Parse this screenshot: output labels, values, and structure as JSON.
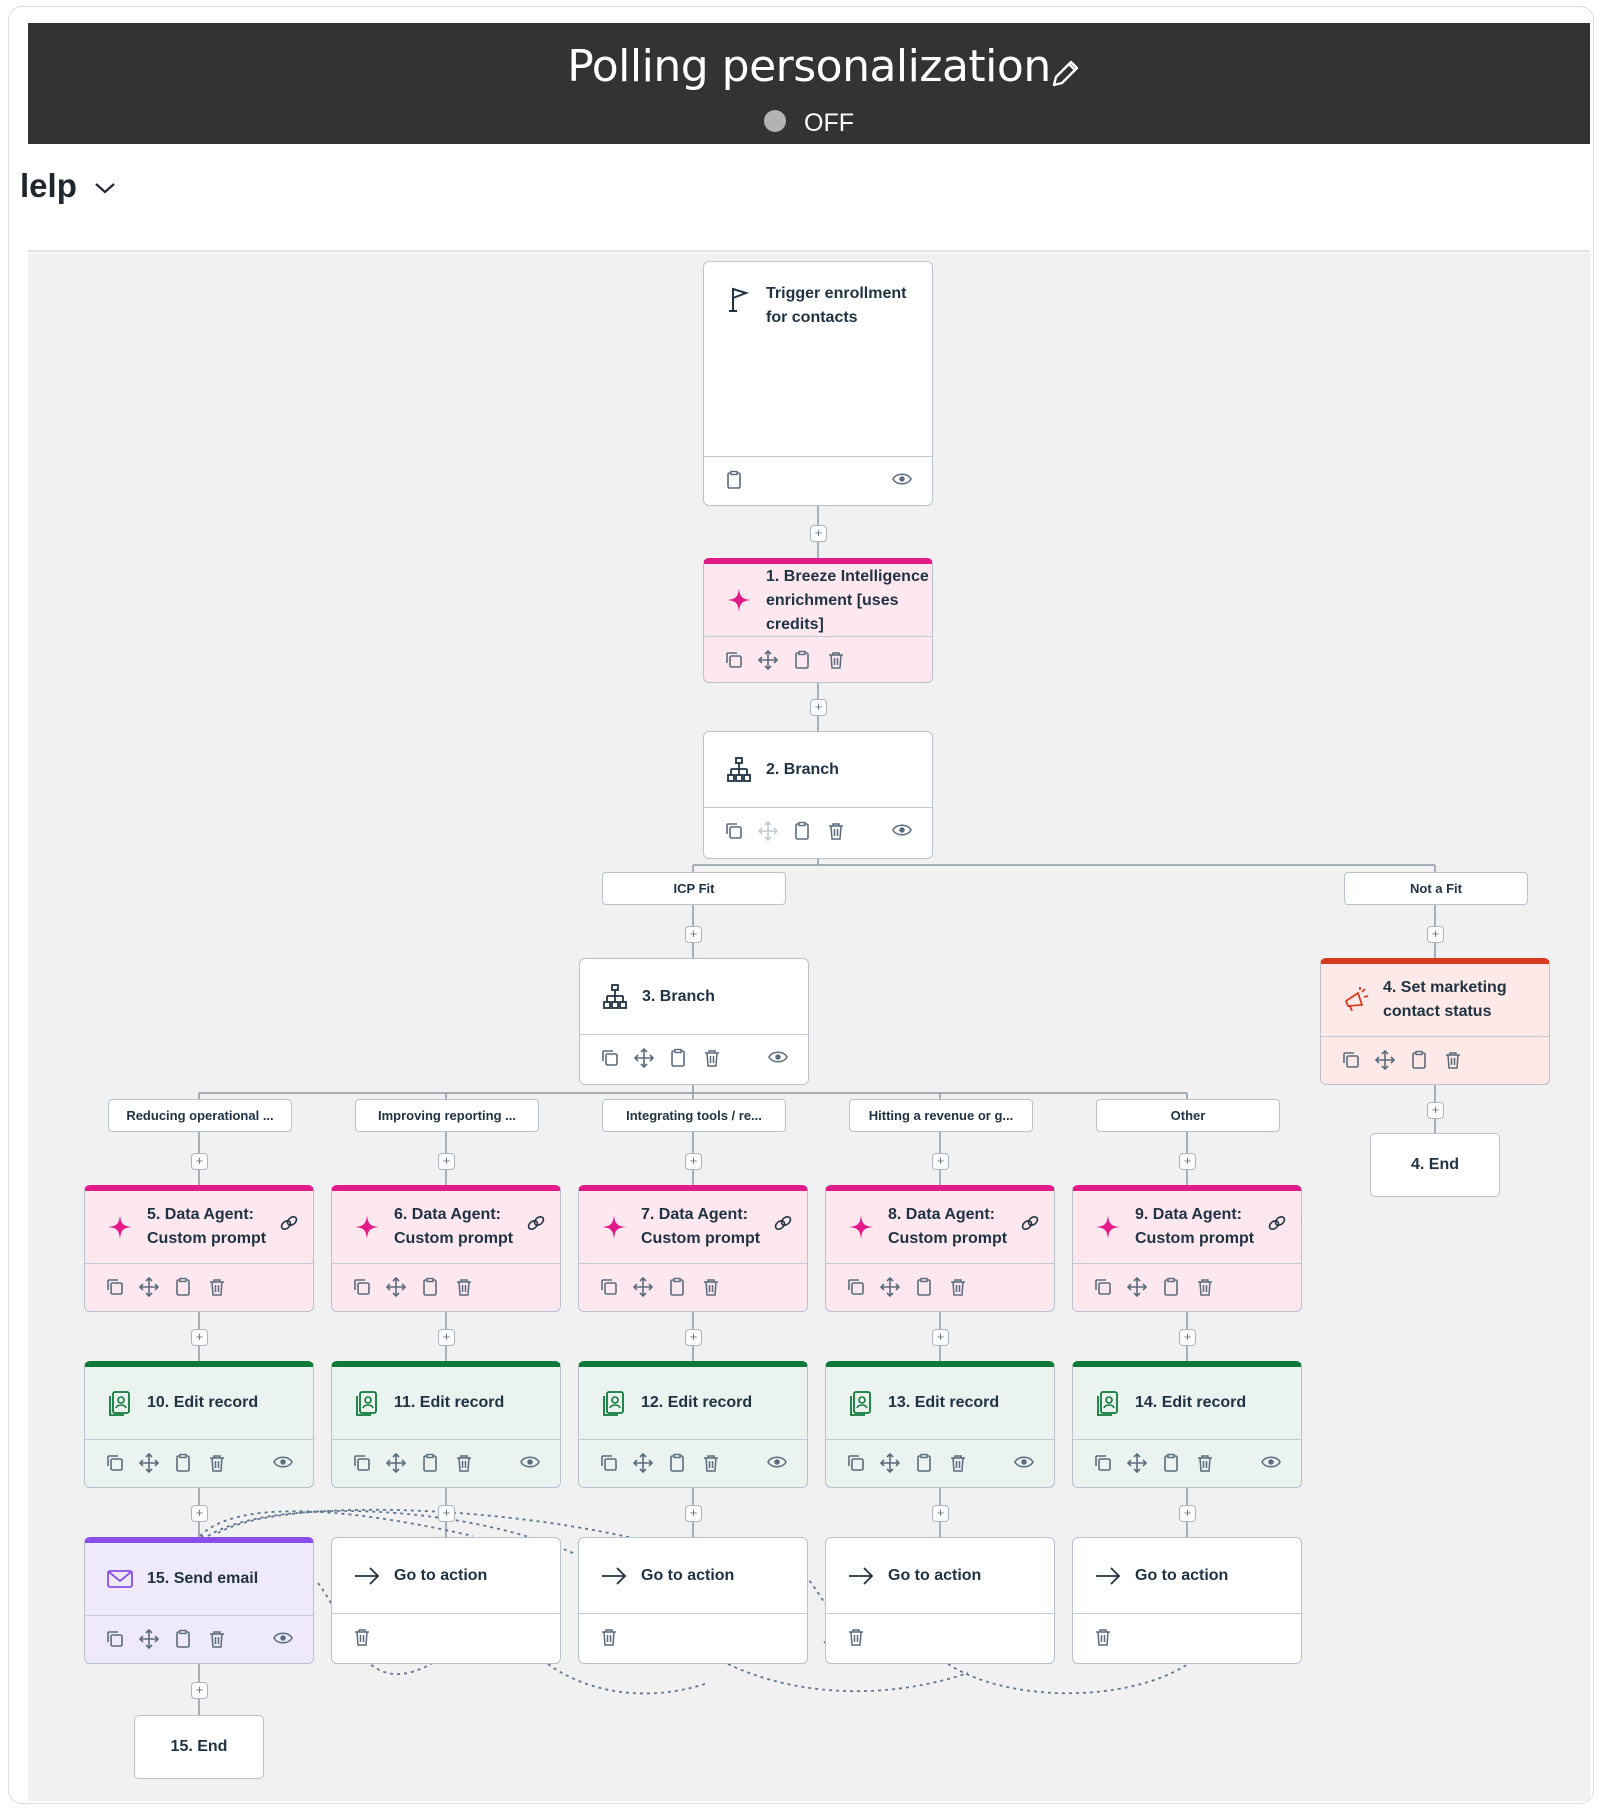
{
  "header": {
    "title": "Polling personalization",
    "status": "OFF"
  },
  "subbar": {
    "label": "lelp"
  },
  "colors": {
    "ai": "#e31a8a",
    "edit": "#0d7a3a",
    "email": "#8a4ee6",
    "marketing": "#d93b20",
    "header_bg": "#333333"
  },
  "trigger": {
    "label": "Trigger enrollment for contacts",
    "icon": "flag-icon"
  },
  "enrichment": {
    "label": "1. Breeze Intelligence enrichment [uses credits]",
    "icon": "sparkle-icon"
  },
  "branch2": {
    "label": "2. Branch",
    "icon": "branch-icon"
  },
  "branch2_tags": [
    "ICP Fit",
    "Not a Fit"
  ],
  "branch3": {
    "label": "3. Branch",
    "icon": "branch-icon"
  },
  "marketing": {
    "label": "4. Set marketing contact status",
    "icon": "megaphone-icon"
  },
  "end4": {
    "label": "4. End"
  },
  "branch3_tags": [
    "Reducing operational ...",
    "Improving reporting ...",
    "Integrating tools / re...",
    "Hitting a revenue or g...",
    "Other"
  ],
  "agents": [
    {
      "label": "5. Data Agent: Custom prompt"
    },
    {
      "label": "6. Data Agent: Custom prompt"
    },
    {
      "label": "7. Data Agent: Custom prompt"
    },
    {
      "label": "8. Data Agent: Custom prompt"
    },
    {
      "label": "9. Data Agent: Custom prompt"
    }
  ],
  "edits": [
    {
      "label": "10. Edit record"
    },
    {
      "label": "11. Edit record"
    },
    {
      "label": "12. Edit record"
    },
    {
      "label": "13. Edit record"
    },
    {
      "label": "14. Edit record"
    }
  ],
  "send_email": {
    "label": "15. Send email",
    "icon": "envelope-icon"
  },
  "gotos": [
    {
      "label": "Go to action"
    },
    {
      "label": "Go to action"
    },
    {
      "label": "Go to action"
    },
    {
      "label": "Go to action"
    }
  ],
  "end15": {
    "label": "15. End"
  }
}
